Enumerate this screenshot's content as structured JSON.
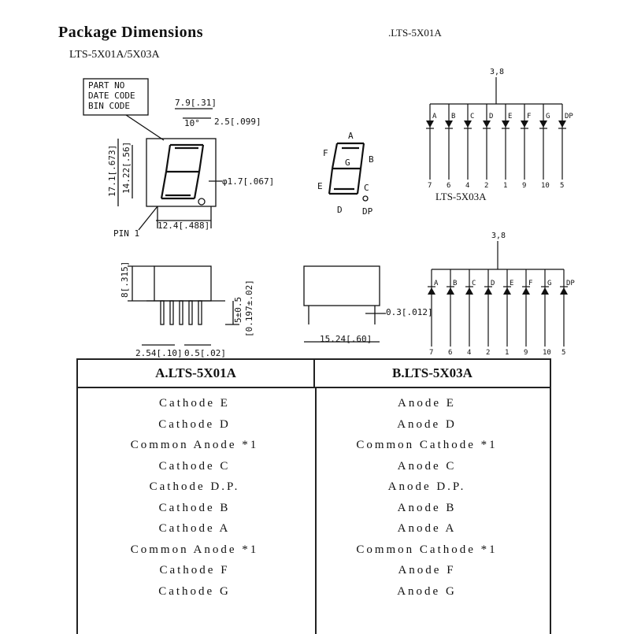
{
  "page": {
    "title": "Package Dimensions",
    "subtitle": "LTS-5X01A/5X03A",
    "top_right_label": ".LTS-5X01A",
    "mid_right_label": "LTS-5X03A"
  },
  "drawing": {
    "callout_lines": [
      "PART NO",
      "DATE CODE",
      "BIN CODE"
    ],
    "dim_width": "7.9[.31]",
    "dim_angle": "10°",
    "dim_segment": "2.5[.099]",
    "dim_height_outer": "17.1[.673]",
    "dim_height_inner": "14.22[.56]",
    "dim_hole": "φ1.7[.067]",
    "dim_base": "12.4[.488]",
    "pin1_label": "PIN 1",
    "dim_side_height": "8[.315]",
    "dim_pin_length": "5±0.5",
    "dim_pin_length_in": "[0.197±.02]",
    "dim_pitch": "2.54[.10]",
    "dim_pin_width": "0.5[.02]",
    "dim_thickness": "0.3[.012]",
    "dim_depth": "15.24[.60]",
    "segment_labels": [
      "A",
      "B",
      "C",
      "D",
      "E",
      "F",
      "G",
      "DP"
    ]
  },
  "schematics": {
    "common_pin": "3,8",
    "segments": [
      "A",
      "B",
      "C",
      "D",
      "E",
      "F",
      "G",
      "DP"
    ],
    "pins": [
      "7",
      "6",
      "4",
      "2",
      "1",
      "9",
      "10",
      "5"
    ]
  },
  "pin_table": {
    "col_a_header": "A.LTS-5X01A",
    "col_b_header": "B.LTS-5X03A",
    "rows": [
      {
        "a": "Cathode E",
        "b": "Anode E"
      },
      {
        "a": "Cathode D",
        "b": "Anode D"
      },
      {
        "a": "Common Anode *1",
        "b": "Common Cathode *1"
      },
      {
        "a": "Cathode C",
        "b": "Anode C"
      },
      {
        "a": "Cathode D.P.",
        "b": "Anode D.P."
      },
      {
        "a": "Cathode B",
        "b": "Anode B"
      },
      {
        "a": "Cathode A",
        "b": "Anode A"
      },
      {
        "a": "Common Anode *1",
        "b": "Common Cathode *1"
      },
      {
        "a": "Cathode F",
        "b": "Anode F"
      },
      {
        "a": "Cathode G",
        "b": "Anode G"
      }
    ]
  }
}
